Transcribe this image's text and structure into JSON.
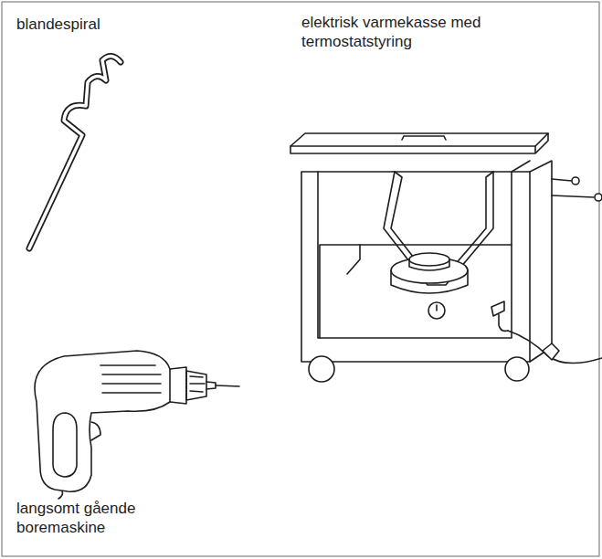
{
  "diagram": {
    "labels": [
      "blandespiral",
      "elektrisk varmekasse med termostatstyring",
      "langsomt gående boremaskine"
    ]
  }
}
